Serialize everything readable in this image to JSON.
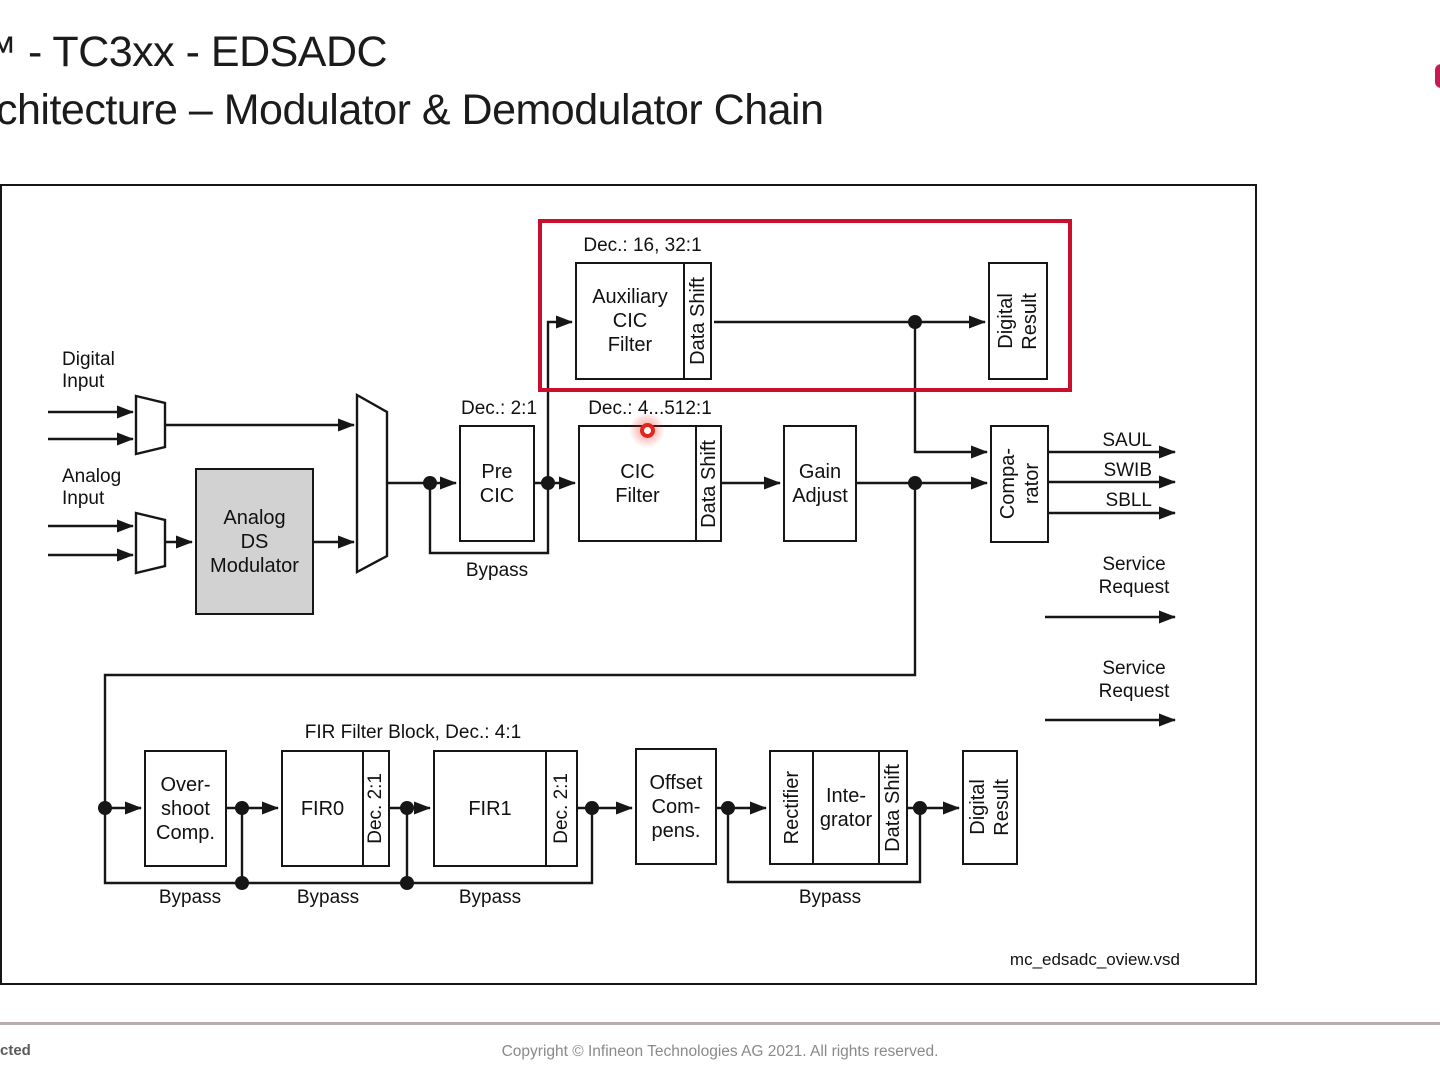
{
  "slide": {
    "title_line1": "™ - TC3xx - EDSADC",
    "title_line2": "chitecture – Modulator & Demodulator Chain"
  },
  "footer": {
    "left_fragment": "cted",
    "copyright": "Copyright © Infineon Technologies AG 2021. All rights reserved."
  },
  "colors": {
    "highlight_box": "#C8102E",
    "cursor_ring": "#E3261D",
    "modulator_fill": "#D2D2D2",
    "logo_fragment": "#C51A52",
    "line_color": "#161616"
  },
  "diagram": {
    "inputs": {
      "digital": "Digital\nInput",
      "analog": "Analog\nInput"
    },
    "annotations": {
      "dec_pre_cic": "Dec.: 2:1",
      "dec_cic": "Dec.: 4...512:1",
      "dec_aux": "Dec.: 16, 32:1",
      "fir_block": "FIR Filter Block, Dec.: 4:1",
      "bypass": "Bypass",
      "service_request": "Service\nRequest",
      "file_name": "mc_edsadc_oview.vsd"
    },
    "blocks": {
      "analog_ds_modulator": "Analog\nDS\nModulator",
      "pre_cic": "Pre\nCIC",
      "cic_filter": "CIC\nFilter",
      "data_shift": "Data Shift",
      "gain_adjust": "Gain\nAdjust",
      "auxiliary_cic": "Auxiliary\nCIC\nFilter",
      "digital_result": "Digital\nResult",
      "comparator": "Compa-\nrator",
      "overshoot": "Over-\nshoot\nComp.",
      "fir0": "FIR0",
      "fir1": "FIR1",
      "dec_2_1": "Dec. 2:1",
      "offset_comp": "Offset\nCom-\npens.",
      "rectifier": "Rectifier",
      "integrator": "Inte-\ngrator"
    },
    "outputs": {
      "saul": "SAUL",
      "swib": "SWIB",
      "sbll": "SBLL"
    }
  }
}
